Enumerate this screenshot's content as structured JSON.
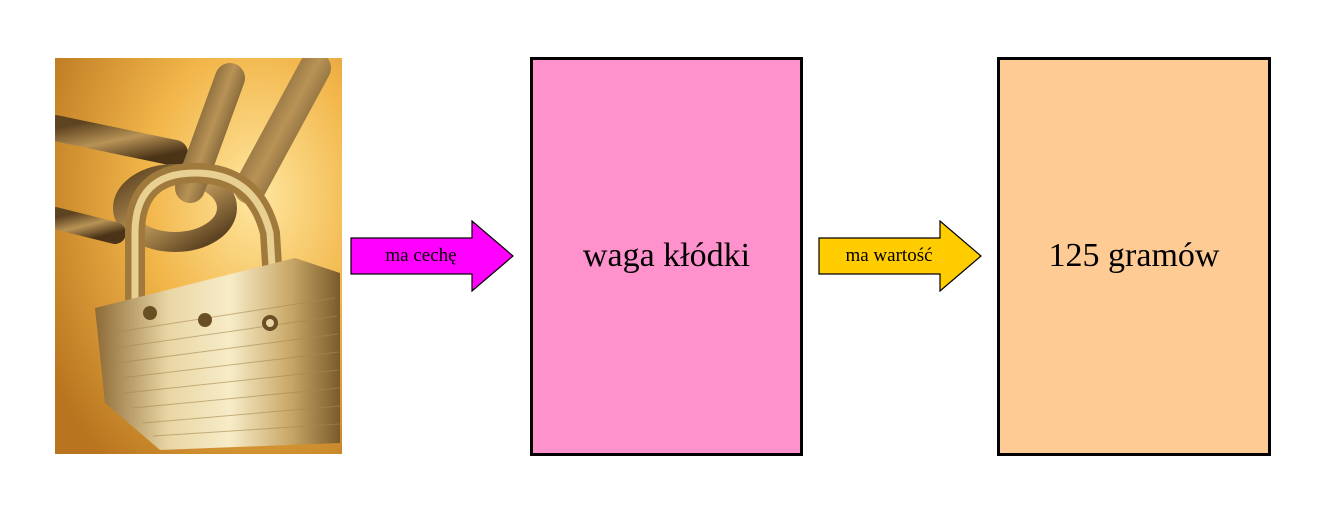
{
  "diagram": {
    "image": {
      "subject": "padlock-photo"
    },
    "relation_1": {
      "label": "ma cechę",
      "color": "#ff00ff"
    },
    "concept": {
      "label": "waga kłódki",
      "color": "#ff91cc"
    },
    "relation_2": {
      "label": "ma wartość",
      "color": "#ffcc00"
    },
    "value": {
      "label": "125 gramów",
      "color": "#fecb95"
    }
  }
}
